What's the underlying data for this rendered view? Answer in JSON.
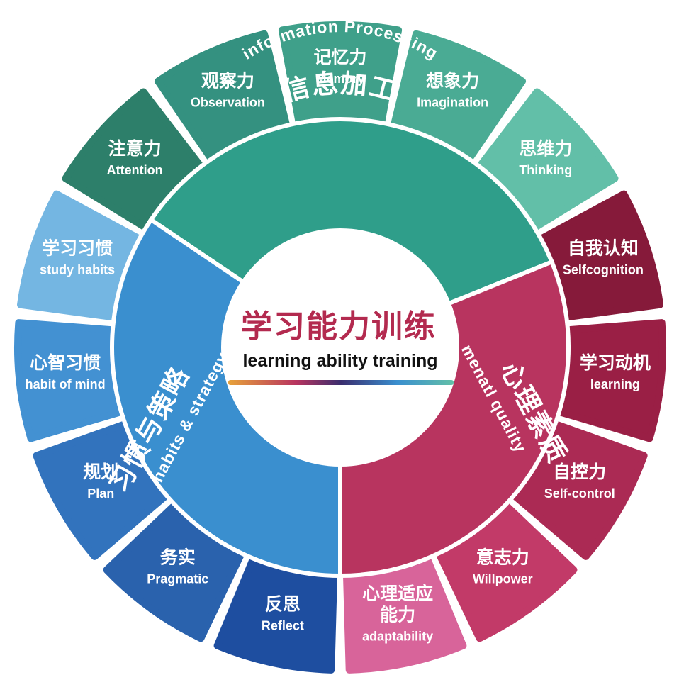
{
  "center": {
    "title": "学习能力训练",
    "subtitle": "learning ability training",
    "title_color": "#b32a4f"
  },
  "ring": [
    {
      "cn": "信息加工",
      "en": "information Processing",
      "color": "#2f9e8a"
    },
    {
      "cn": "心理素质",
      "en": "menatl quality",
      "color": "#b8345f"
    },
    {
      "cn": "习惯与策略",
      "en": "habits & strategy",
      "color": "#3a8fcf"
    }
  ],
  "tiles": [
    {
      "cn": "记忆力",
      "en": "Memory",
      "color": "#3fa08a"
    },
    {
      "cn": "想象力",
      "en": "Imagination",
      "color": "#4aab94"
    },
    {
      "cn": "思维力",
      "en": "Thinking",
      "color": "#62bfa8"
    },
    {
      "cn": "自我认知",
      "en": "Selfcognition",
      "color": "#861a3a"
    },
    {
      "cn": "学习动机",
      "en": "learning",
      "color": "#9a1f45"
    },
    {
      "cn": "自控力",
      "en": "Self-control",
      "color": "#ab2a54"
    },
    {
      "cn": "意志力",
      "en": "Willpower",
      "color": "#c23a68"
    },
    {
      "cn": "心理适应\n能力",
      "en": "adaptability",
      "color": "#d8649a"
    },
    {
      "cn": "反思",
      "en": "Reflect",
      "color": "#1e4ea0"
    },
    {
      "cn": "务实",
      "en": "Pragmatic",
      "color": "#2a62ad"
    },
    {
      "cn": "规划",
      "en": "Plan",
      "color": "#3273bd"
    },
    {
      "cn": "心智习惯",
      "en": "habit of mind",
      "color": "#4391d2"
    },
    {
      "cn": "学习习惯",
      "en": "study habits",
      "color": "#74b6e2"
    },
    {
      "cn": "注意力",
      "en": "Attention",
      "color": "#2d7f6a"
    },
    {
      "cn": "观察力",
      "en": "Observation",
      "color": "#349180"
    }
  ],
  "gradient": [
    "#e7a23a",
    "#b8345f",
    "#3a2d6e",
    "#3a8fcf",
    "#62bfa8"
  ]
}
